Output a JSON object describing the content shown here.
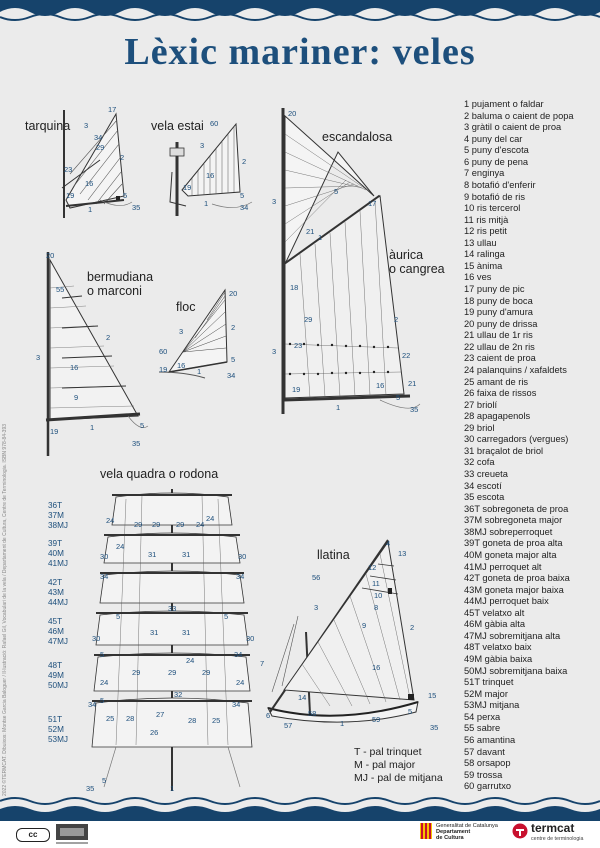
{
  "title": "Lèxic mariner: veles",
  "sails": {
    "tarquina": "tarquina",
    "vela_estai": "vela estai",
    "escandalosa": "escandalosa",
    "aurica_line1": "àurica",
    "aurica_line2": "o cangrea",
    "bermudiana_line1": "bermudiana",
    "bermudiana_line2": "o marconi",
    "floc": "floc",
    "vela_quadra": "vela quadra o rodona",
    "llatina": "llatina"
  },
  "legend": [
    "1 pujament o faldar",
    "2 baluma o caient de popa",
    "3 gràtil o caient de proa",
    "4 puny del car",
    "5 puny d'escota",
    "6 puny de pena",
    "7 enginya",
    "8 botafió d'enferir",
    "9 botafió de ris",
    "10 ris tercerol",
    "11 ris mitjà",
    "12 ris petit",
    "13 ullau",
    "14 ralinga",
    "15 ànima",
    "16 ves",
    "17 puny de pic",
    "18 puny de boca",
    "19 puny d'amura",
    "20 puny de drissa",
    "21 ullau de 1r ris",
    "22 ullau de 2n ris",
    "23 caient de proa",
    "24 palanquins / xafaldets",
    "25 amant de ris",
    "26 faixa de rissos",
    "27 briolí",
    "28 apagapenols",
    "29 briol",
    "30 carregadors (vergues)",
    "31 braçalot de briol",
    "32 cofa",
    "33 creueta",
    "34 escotí",
    "35 escota",
    "36T sobregoneta de proa",
    "37M sobregoneta major",
    "38MJ sobreperroquet",
    "39T goneta de proa alta",
    "40M goneta major alta",
    "41MJ perroquet alt",
    "42T goneta de proa baixa",
    "43M goneta major baixa",
    "44MJ perroquet baix",
    "45T velatxo alt",
    "46M gàbia alta",
    "47MJ sobremitjana alta",
    "48T velatxo baix",
    "49M gàbia baixa",
    "50MJ sobremitjana baixa",
    "51T trinquet",
    "52M major",
    "53MJ mitjana",
    "54 perxa",
    "55 sabre",
    "56 amantina",
    "57 davant",
    "58 orsapop",
    "59 trossa",
    "60 garrutxo"
  ],
  "mast_codes": [
    [
      "36T",
      "37M",
      "38MJ"
    ],
    [
      "39T",
      "40M",
      "41MJ"
    ],
    [
      "42T",
      "43M",
      "44MJ"
    ],
    [
      "45T",
      "46M",
      "47MJ"
    ],
    [
      "48T",
      "49M",
      "50MJ"
    ],
    [
      "51T",
      "52M",
      "53MJ"
    ]
  ],
  "mast_legend": [
    "T - pal trinquet",
    "M - pal major",
    "MJ - pal de mitjana"
  ],
  "tarquina_nums": [
    "17",
    "3",
    "34",
    "29",
    "23",
    "16",
    "19",
    "2",
    "5",
    "1",
    "35"
  ],
  "estai_nums": [
    "60",
    "3",
    "16",
    "19",
    "2",
    "1",
    "5",
    "34"
  ],
  "escandalosa_nums": [
    "20",
    "17",
    "5",
    "3",
    "21",
    "1"
  ],
  "aurica_nums": [
    "18",
    "2",
    "23",
    "3",
    "29",
    "22",
    "21",
    "19",
    "16",
    "5",
    "1",
    "35"
  ],
  "bermudiana_nums": [
    "20",
    "55",
    "2",
    "3",
    "16",
    "9",
    "19",
    "1",
    "5",
    "35"
  ],
  "floc_nums": [
    "20",
    "3",
    "2",
    "60",
    "19",
    "16",
    "5",
    "1",
    "34"
  ],
  "quadra_nums": [
    "24",
    "29",
    "29",
    "29",
    "24",
    "24",
    "24",
    "31",
    "31",
    "34",
    "30",
    "30",
    "34",
    "5",
    "5",
    "33",
    "31",
    "31",
    "30",
    "30",
    "5",
    "34",
    "24",
    "29",
    "29",
    "29",
    "24",
    "24",
    "32",
    "5",
    "34",
    "25",
    "28",
    "27",
    "28",
    "25",
    "26",
    "34",
    "5",
    "1",
    "35"
  ],
  "llatina_nums": [
    "4",
    "13",
    "56",
    "12",
    "11",
    "10",
    "8",
    "3",
    "9",
    "2",
    "16",
    "7",
    "14",
    "6",
    "58",
    "57",
    "1",
    "59",
    "5",
    "15",
    "35"
  ],
  "footer": {
    "cc": "cc",
    "gencat_line1": "Generalitat de Catalunya",
    "gencat_line2": "Departament",
    "gencat_line3": "de Cultura",
    "termcat": "termcat",
    "termcat_sub": "centre de terminologia"
  },
  "credit": "2022 ©TERMCAT. Dibuixos: Montse Garcia Baloguer / Il·lustració: Rafael Gil, Vocabulari de la vela / Departament de Cultura, Centre de Terminologia. ISBN 978-84-393"
}
